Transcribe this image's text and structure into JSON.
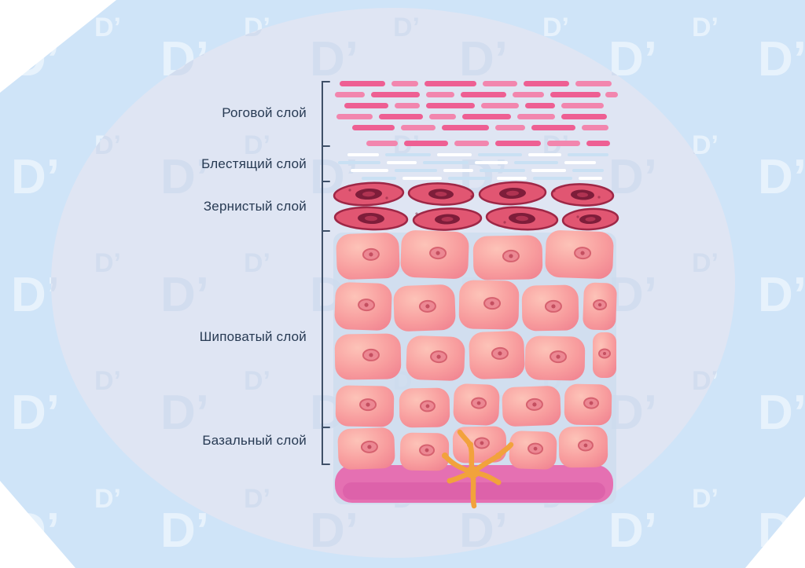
{
  "watermark_text": "D’",
  "diagram": {
    "layers": [
      {
        "label": "Роговой слой"
      },
      {
        "label": "Блестящий слой"
      },
      {
        "label": "Зернистый слой"
      },
      {
        "label": "Шиповатый слой"
      },
      {
        "label": "Базальный слой"
      }
    ]
  },
  "colors": {
    "background_blue": "#cfe4f8",
    "ellipse_fill": "#dfe5f3",
    "wm_outside": "#ffffff",
    "wm_inside": "#c3d3ea",
    "label_text": "#273a53",
    "bracket": "#3f5068",
    "corneum_pink": "#ee5f93",
    "corneum_pink_light": "#f286ae",
    "lucidum_blue": "#c9e0f3",
    "lucidum_white": "#ffffff",
    "granulosum_fill": "#e15672",
    "granulosum_stroke": "#9e2746",
    "granulosum_nucleus": "#7e1d3a",
    "granulosum_nucleus_core": "#b03352",
    "spinosum_light": "#fdc3b8",
    "spinosum_mid": "#f89d9e",
    "spinosum_deep": "#ef7e8e",
    "spinosum_nucleus": "#ec8893",
    "spinosum_nucleus_ring": "#d6616f",
    "spinosum_nucleus_core": "#c44f60",
    "cell_gap_blue": "#cddcee",
    "basal_magenta": "#e570b2",
    "basal_magenta_dark": "#d85aa6",
    "melanocyte_orange": "#f2a23c"
  }
}
